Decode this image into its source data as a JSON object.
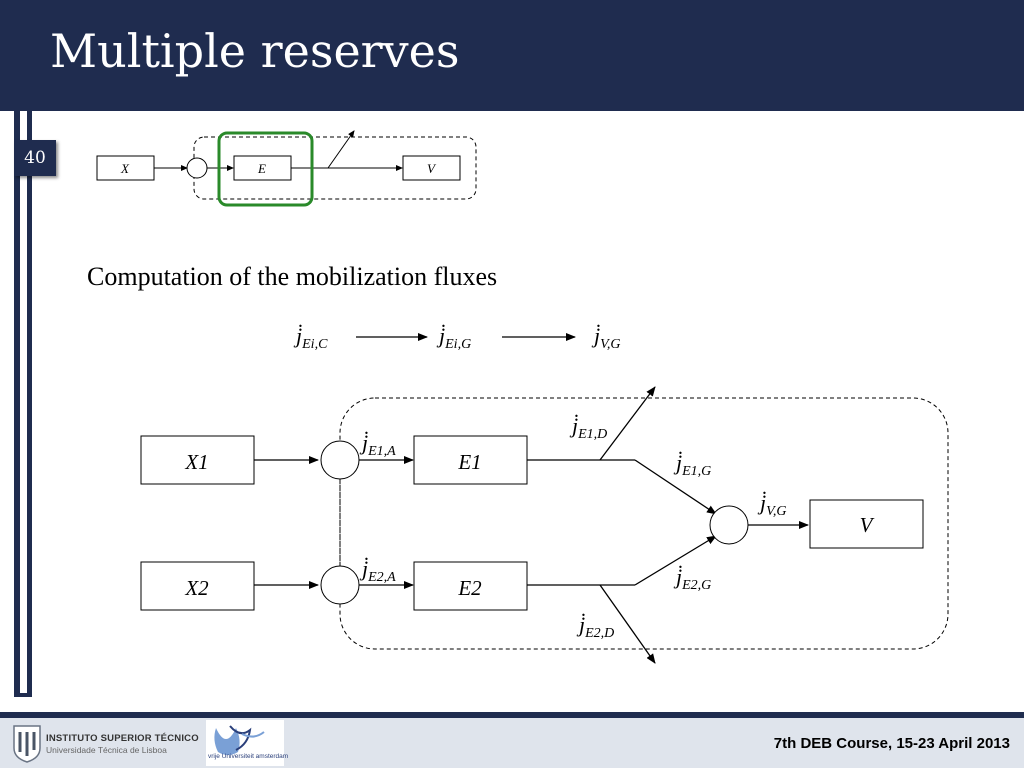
{
  "slide": {
    "title": "Multiple reserves",
    "number": "40",
    "subtitle": "Computation of the mobilization fluxes"
  },
  "small_diagram": {
    "x_label": "X",
    "e_label": "E",
    "v_label": "V"
  },
  "flux_chain": [
    {
      "base": "j̇",
      "sub": "Ei,C"
    },
    {
      "base": "j̇",
      "sub": "Ei,G"
    },
    {
      "base": "j̇",
      "sub": "V,G"
    }
  ],
  "main_diagram": {
    "x1": "X1",
    "x2": "X2",
    "e1": "E1",
    "e2": "E2",
    "v": "V",
    "fluxes": {
      "e1a": {
        "base": "j̇",
        "sub": "E1,A"
      },
      "e2a": {
        "base": "j̇",
        "sub": "E2,A"
      },
      "e1d": {
        "base": "j̇",
        "sub": "E1,D"
      },
      "e2d": {
        "base": "j̇",
        "sub": "E2,D"
      },
      "e1g": {
        "base": "j̇",
        "sub": "E1,G"
      },
      "e2g": {
        "base": "j̇",
        "sub": "E2,G"
      },
      "vg": {
        "base": "j̇",
        "sub": "V,G"
      }
    }
  },
  "footer": {
    "institution_line1": "INSTITUTO SUPERIOR TÉCNICO",
    "institution_line2": "Universidade Técnica de Lisboa",
    "vu_text": "vrije Universiteit amsterdam",
    "course": "7th DEB Course, 15-23 April 2013"
  },
  "colors": {
    "navy": "#1f2c4f",
    "highlight_green": "#2a8a2a",
    "footer_bg": "#dfe4ec"
  }
}
